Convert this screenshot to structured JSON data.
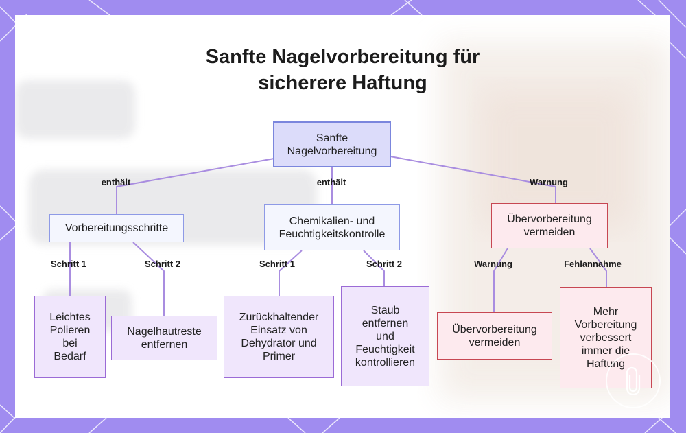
{
  "title": {
    "line1": "Sanfte Nagelvorbereitung für",
    "line2": "sicherere Haftung"
  },
  "colors": {
    "page_background": "#a08cf0",
    "connector": "#a98de0",
    "root_fill": "#dcdcfa",
    "category_fill": "#f4f6fe",
    "step_fill": "#f0e6fc",
    "warning_fill": "#fdeaee",
    "warning_border": "#c74752"
  },
  "nodes": {
    "root": [
      "Sanfte",
      "Nagelvorbereitung"
    ],
    "prep_steps": [
      "Vorbereitungsschritte"
    ],
    "chem_control": [
      "Chemikalien- und",
      "Feuchtigkeitskontrolle"
    ],
    "avoid_overprep": [
      "Übervorbereitung",
      "vermeiden"
    ],
    "light_polish": [
      "Leichtes",
      "Polieren",
      "bei",
      "Bedarf"
    ],
    "remove_cuticle": [
      "Nagelhautreste",
      "entfernen"
    ],
    "dehydrator_primer": [
      "Zurückhaltender",
      "Einsatz von",
      "Dehydrator und",
      "Primer"
    ],
    "dust_moisture": [
      "Staub",
      "entfernen",
      "und",
      "Feuchtigkeit",
      "kontrollieren"
    ],
    "avoid_overprep_leaf": [
      "Übervorbereitung",
      "vermeiden"
    ],
    "misconception": [
      "Mehr",
      "Vorbereitung",
      "verbessert",
      "immer die",
      "Haftung"
    ]
  },
  "edge_labels": {
    "root_to_prep": "enthält",
    "root_to_chem": "enthält",
    "root_to_warning": "Warnung",
    "prep_step1": "Schritt 1",
    "prep_step2": "Schritt 2",
    "chem_step1": "Schritt 1",
    "chem_step2": "Schritt 2",
    "warn_warning": "Warnung",
    "warn_misconception": "Fehlannahme"
  },
  "logo_icon": "paperclip-icon"
}
